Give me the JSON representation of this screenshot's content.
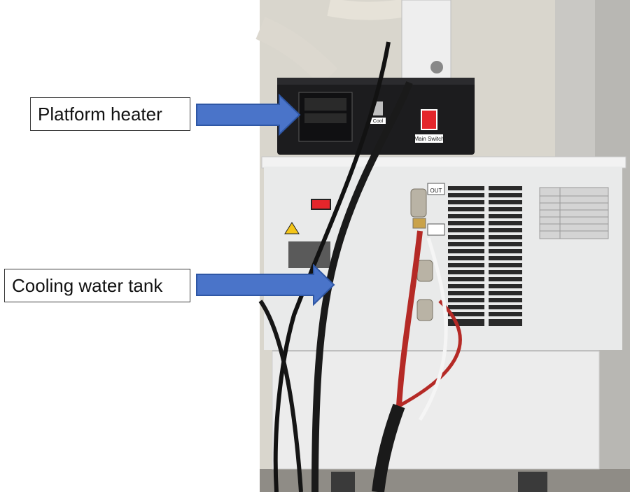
{
  "annotations": {
    "platform_heater": "Platform heater",
    "cooling_water_tank": "Cooling water tank"
  },
  "equipment_labels": {
    "main_switch": "Main Switch",
    "cool": "Cool",
    "out": "OUT"
  },
  "colors": {
    "arrow_fill": "#4a74c9",
    "arrow_stroke": "#2f57a5",
    "chiller_body": "#e9eaea",
    "heater_box": "#1c1c1e",
    "switch_red": "#e4262b",
    "hose_red": "#b52a26"
  }
}
